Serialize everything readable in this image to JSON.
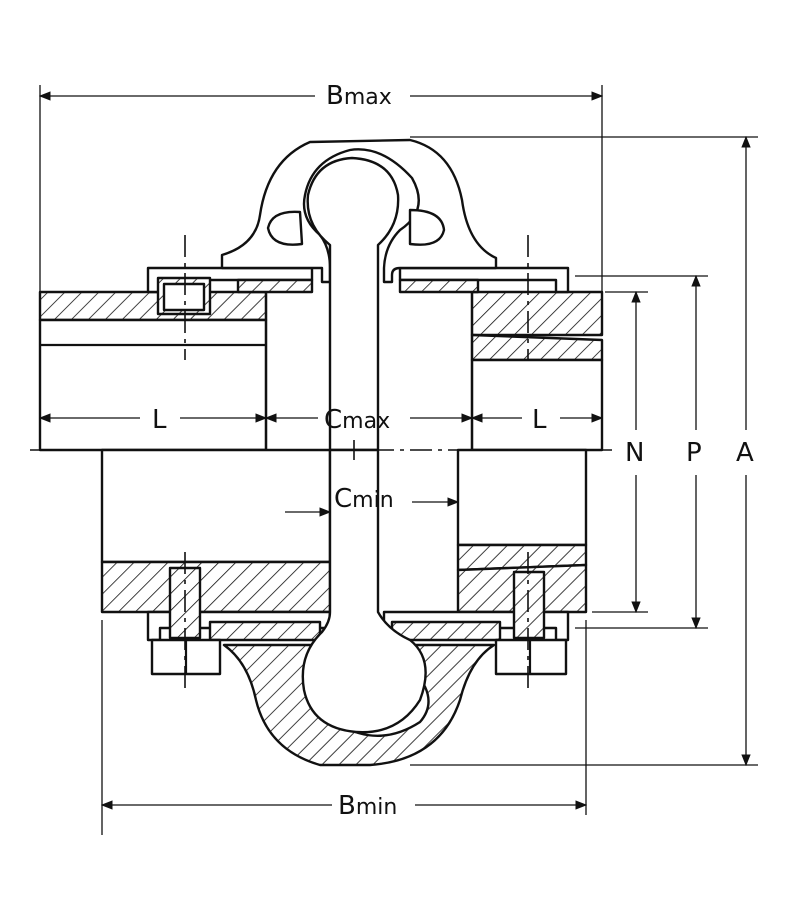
{
  "labels": {
    "b_max": {
      "main": "B",
      "sub": "max"
    },
    "b_min": {
      "main": "B",
      "sub": "min"
    },
    "c_max": {
      "main": "C",
      "sub": "max"
    },
    "c_min": {
      "main": "C",
      "sub": "min"
    },
    "l_left": "L",
    "l_right": "L",
    "n": "N",
    "p": "P",
    "a": "A"
  },
  "colors": {
    "line": "#111111",
    "background": "#ffffff"
  }
}
